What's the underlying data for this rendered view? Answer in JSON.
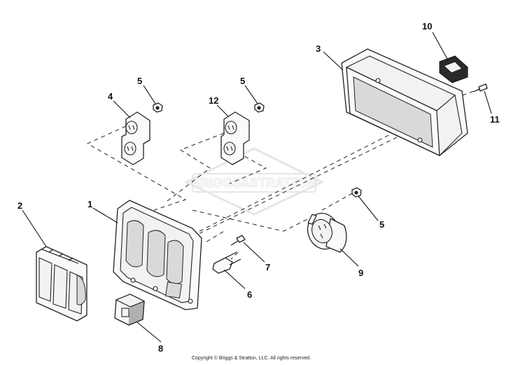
{
  "watermark": "BRIGGS&STRATTON",
  "callouts": [
    "1",
    "2",
    "3",
    "4",
    "5",
    "5",
    "5",
    "6",
    "7",
    "8",
    "9",
    "10",
    "11",
    "12"
  ],
  "copyright": "Copyright © Briggs & Stratton, LLC. All rights reserved."
}
